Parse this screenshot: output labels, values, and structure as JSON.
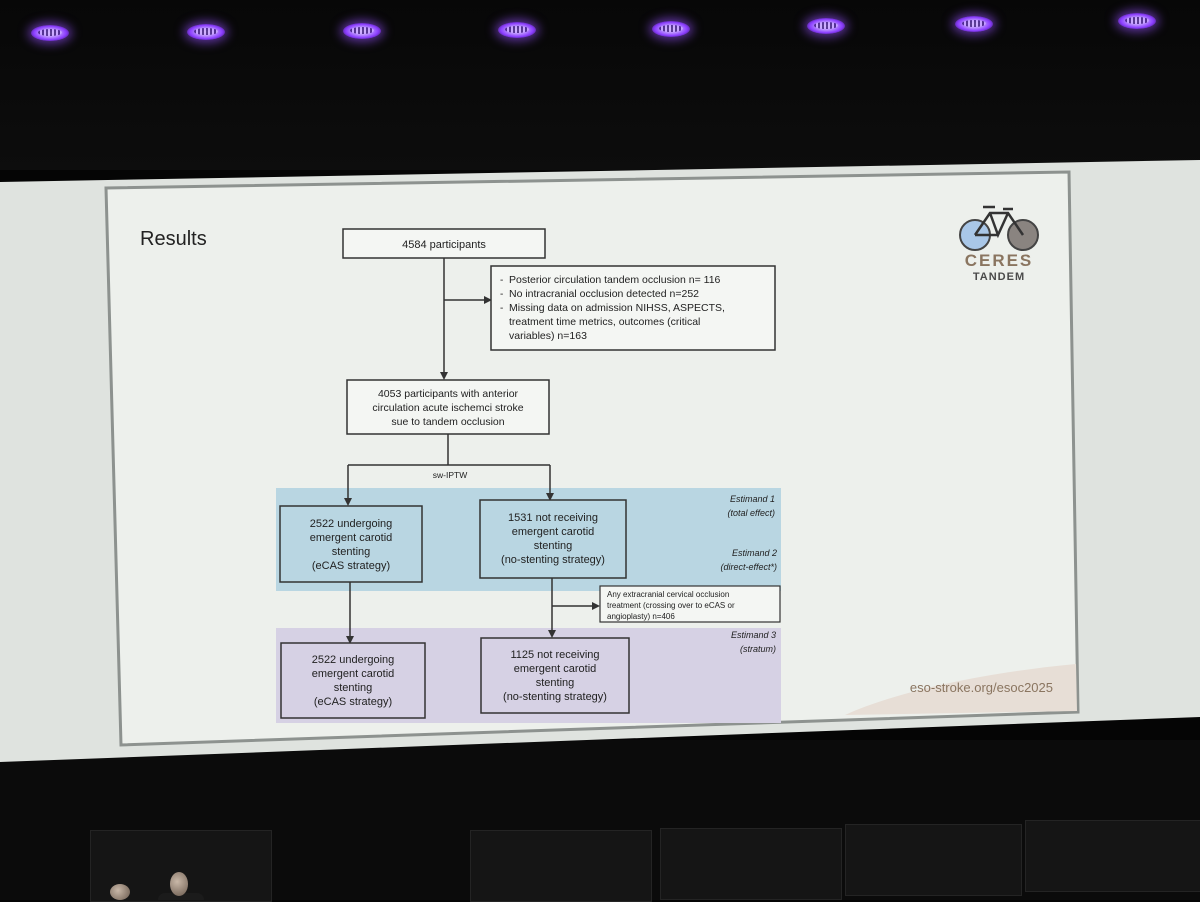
{
  "slide": {
    "title": "Results",
    "logo": {
      "line1": "CERES",
      "line2": "TANDEM",
      "icon": "tandem-bicycle-icon"
    },
    "footer": "eso-stroke.org/esoc2025",
    "flow": {
      "top": "4584 participants",
      "exclusions": [
        "Posterior circulation tandem occlusion n= 116",
        "No intracranial occlusion detected n=252",
        "Missing data on admission NIHSS, ASPECTS,",
        "treatment time metrics, outcomes (critical",
        "variables) n=163"
      ],
      "cohort": [
        "4053 participants with anterior",
        "circulation acute ischemci stroke",
        "sue to tandem occlusion"
      ],
      "weighting": "sw-IPTW",
      "left_box": [
        "2522 undergoing",
        "emergent carotid",
        "stenting",
        "(eCAS strategy)"
      ],
      "right_box": [
        "1531 not receiving",
        "emergent carotid",
        "stenting",
        "(no-stenting strategy)"
      ],
      "estimand1": [
        "Estimand 1",
        "(total effect)"
      ],
      "estimand2": [
        "Estimand 2",
        "(direct-effect*)"
      ],
      "crossover": [
        "Any extracranial cervical occlusion",
        "treatment  (crossing over to eCAS or",
        "angioplasty) n=406"
      ],
      "estimand3": [
        "Estimand 3",
        "(stratum)"
      ],
      "left_box_bottom": [
        "2522 undergoing",
        "emergent carotid",
        "stenting",
        "(eCAS strategy)"
      ],
      "right_box_bottom": [
        "1125 not receiving",
        "emergent carotid",
        "stenting",
        "(no-stenting strategy)"
      ]
    }
  },
  "colors": {
    "screen": "#dfe3df",
    "slide_bg": "#edf0ec",
    "band_blue": "#b9d6e2",
    "band_purple": "#d6d1e4",
    "footer_band": "#e7ded6",
    "logo_text": "#8a7560",
    "light_purple": "#8b3dff"
  }
}
